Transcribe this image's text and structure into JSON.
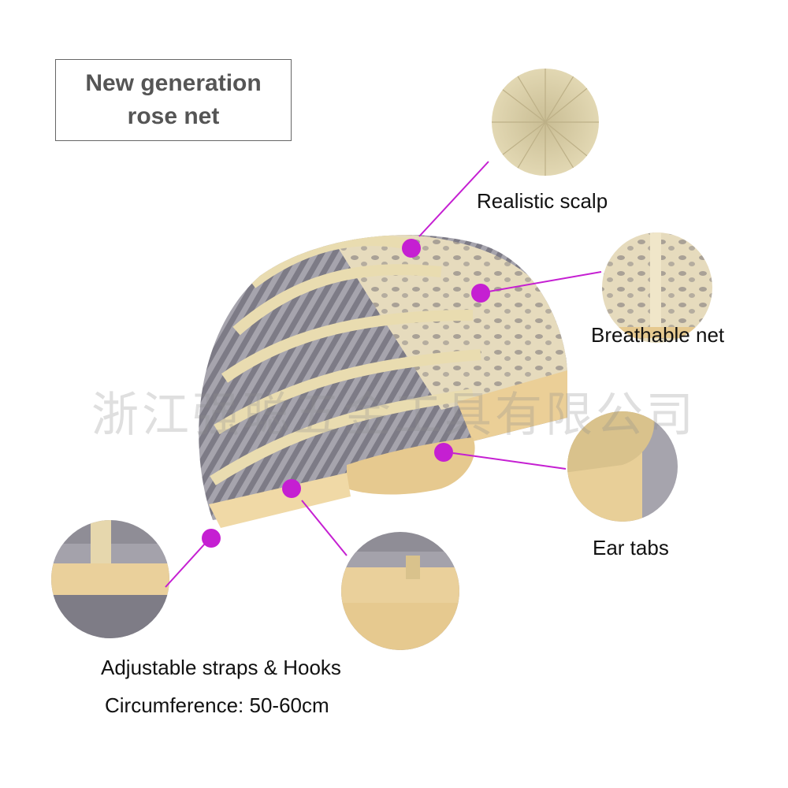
{
  "title": "New generation\nrose net",
  "labels": {
    "scalp": "Realistic scalp",
    "net": "Breathable net",
    "ear_tabs": "Ear tabs",
    "straps": "Adjustable straps & Hooks",
    "circumference": "Circumference: 50-60cm"
  },
  "watermark": "浙江强聪五金工具有限公司",
  "colors": {
    "callout": "#c51fd2",
    "lace": "#e9dcb5",
    "band": "#e8c98f",
    "hair_grey": "#8f8d96"
  }
}
